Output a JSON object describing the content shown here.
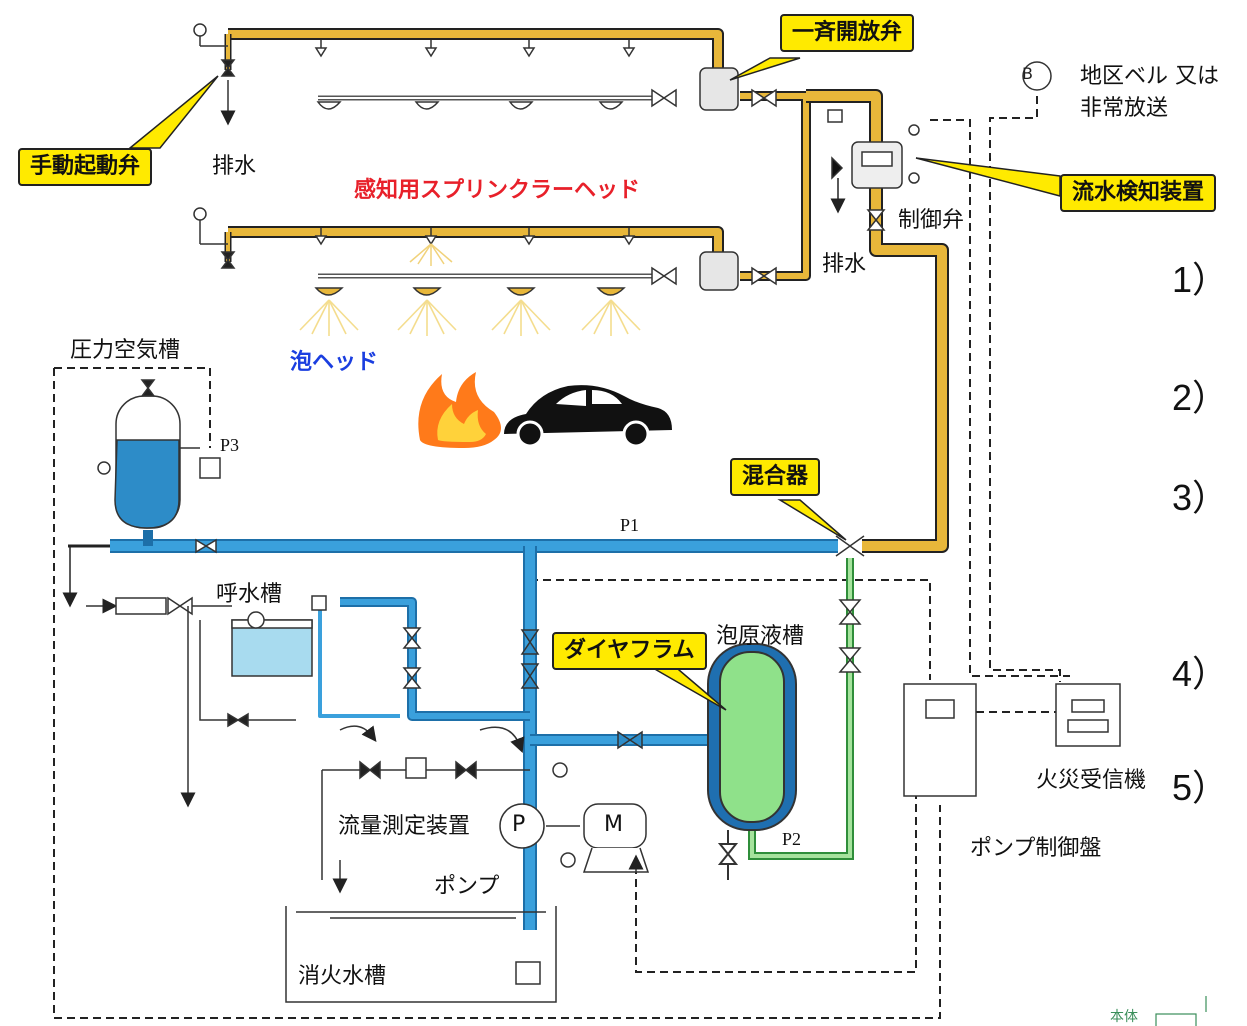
{
  "labels": {
    "ikkatsu_valve": "一斉開放弁",
    "manual_valve": "手動起動弁",
    "drain1": "排水",
    "drain2": "排水",
    "bell": "地区ベル 又は",
    "bell2": "非常放送",
    "bell_symbol": "B",
    "flow_detector": "流水検知装置",
    "control_valve": "制御弁",
    "sprinkler_head": "感知用スプリンクラーヘッド",
    "foam_head": "泡ヘッド",
    "pressure_tank": "圧力空気槽",
    "p3": "P3",
    "p1": "P1",
    "p2": "P2",
    "mixer": "混合器",
    "priming_tank": "呼水槽",
    "diaphragm": "ダイヤフラム",
    "foam_tank": "泡原液槽",
    "flow_meter": "流量測定装置",
    "pump_label": "ポンプ",
    "pump_symbol": "P",
    "motor_symbol": "M",
    "water_tank": "消火水槽",
    "pump_panel": "ポンプ制御盤",
    "fire_receiver": "火災受信機",
    "n1": "1）",
    "n2": "2）",
    "n3": "3）",
    "n4": "4）",
    "n5": "5）",
    "corner": "本体"
  },
  "colors": {
    "yellow_pipe": "#e8b73a",
    "blue_pipe": "#2e8fd0",
    "green_pipe": "#8fd48a",
    "callout": "#ffea00",
    "water": "#9fd6ec"
  }
}
